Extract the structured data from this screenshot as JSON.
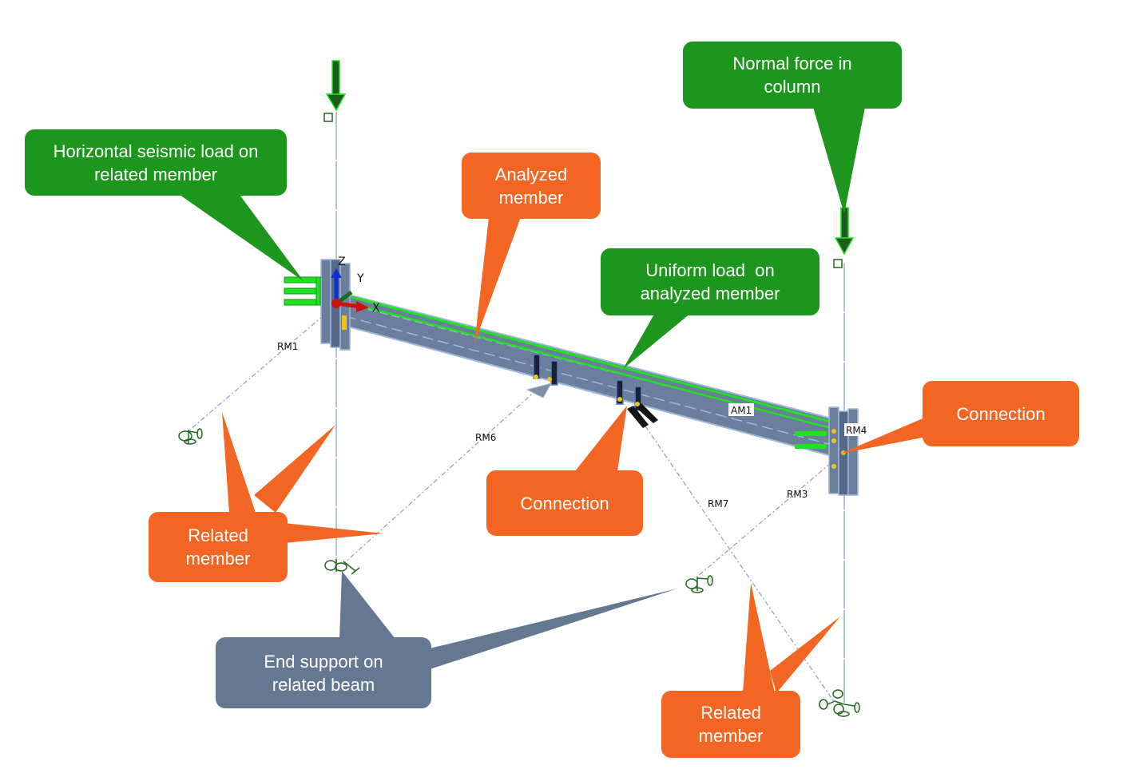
{
  "diagram": {
    "colors": {
      "load_callout": "#1c961c",
      "member_callout": "#f26522",
      "support_callout": "#657891",
      "steel": "#6b7f9c",
      "steel_edge": "#9fb6dd",
      "load_line": "#22e022",
      "load_arrow": "#1d5c1d",
      "bolt": "#f3c316",
      "support_symbol": "#1f6b1f"
    },
    "callouts": [
      {
        "id": "seismic",
        "text_lines": [
          "Horizontal seismic load on",
          "related member"
        ],
        "style": "load"
      },
      {
        "id": "normal-force",
        "text_lines": [
          "Normal force in",
          "column"
        ],
        "style": "load"
      },
      {
        "id": "analyzed",
        "text_lines": [
          "Analyzed",
          "member"
        ],
        "style": "member"
      },
      {
        "id": "uniform",
        "text_lines": [
          "Uniform load  on",
          "analyzed member"
        ],
        "style": "load"
      },
      {
        "id": "connection-right",
        "text_lines": [
          "Connection"
        ],
        "style": "member"
      },
      {
        "id": "connection-mid",
        "text_lines": [
          "Connection"
        ],
        "style": "member"
      },
      {
        "id": "related-left",
        "text_lines": [
          "Related",
          "member"
        ],
        "style": "member"
      },
      {
        "id": "end-support",
        "text_lines": [
          "End support on",
          "related beam"
        ],
        "style": "support"
      },
      {
        "id": "related-right",
        "text_lines": [
          "Related",
          "member"
        ],
        "style": "member"
      }
    ],
    "member_labels": [
      "RM1",
      "RM6",
      "AM1",
      "RM4",
      "RM7",
      "RM3"
    ],
    "axes": [
      "X",
      "Y",
      "Z"
    ]
  }
}
